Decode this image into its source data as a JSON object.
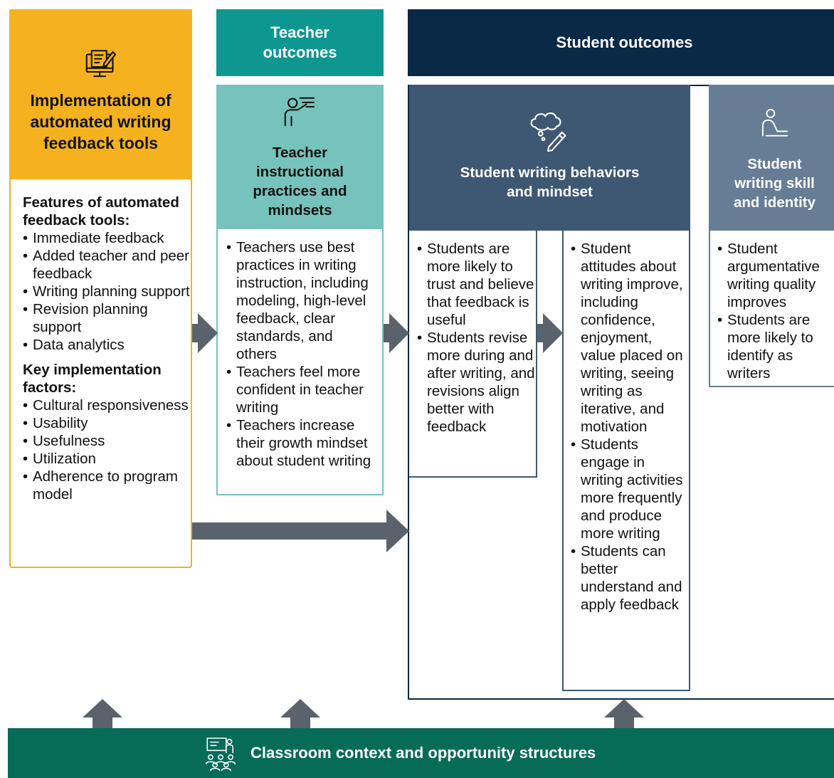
{
  "implementation": {
    "title": "Implementation of automated writing feedback tools",
    "features_heading": "Features of automated feedback tools:",
    "features": [
      "Immediate feedback",
      "Added teacher and peer feedback",
      "Writing planning support",
      "Revision planning support",
      "Data analytics"
    ],
    "factors_heading": "Key implementation factors:",
    "factors": [
      "Cultural responsiveness",
      "Usability",
      "Usefulness",
      "Utilization",
      "Adherence to program model"
    ]
  },
  "teacher": {
    "header": "Teacher outcomes",
    "title": "Teacher instructional practices and mindsets",
    "items": [
      "Teachers use best practices in writing instruction, including modeling, high-level feedback, clear standards, and others",
      "Teachers feel more confident in teacher writing",
      "Teachers increase their growth mindset about student writing"
    ]
  },
  "student": {
    "header": "Student outcomes",
    "behaviors_title": "Student writing behaviors and mindset",
    "behaviors_left": [
      "Students are more likely to trust and believe that feedback is useful",
      "Students revise more during and after writing, and revisions align better with feedback"
    ],
    "behaviors_right": [
      "Student attitudes about writing improve, including confidence, enjoyment, value placed on writing, seeing writing as iterative, and motivation",
      "Students engage in writing activities more frequently and produce more writing",
      "Students can better understand and apply feedback"
    ],
    "skill_title": "Student writing skill and identity",
    "skill_items": [
      "Student argumentative writing quality improves",
      "Students are more likely to identify as writers"
    ]
  },
  "context": {
    "label": "Classroom context and opportunity structures"
  },
  "colors": {
    "gold": "#F5B21E",
    "teal_dark": "#0E9791",
    "teal_light": "#76C2BC",
    "navy": "#0A2947",
    "slate": "#3E5873",
    "steel": "#667D95",
    "green": "#066B57",
    "arrow": "#5A636B"
  },
  "icons": [
    "computer-document-icon",
    "teacher-presenting-icon",
    "thought-cloud-pencil-icon",
    "student-writing-icon",
    "classroom-icon"
  ]
}
